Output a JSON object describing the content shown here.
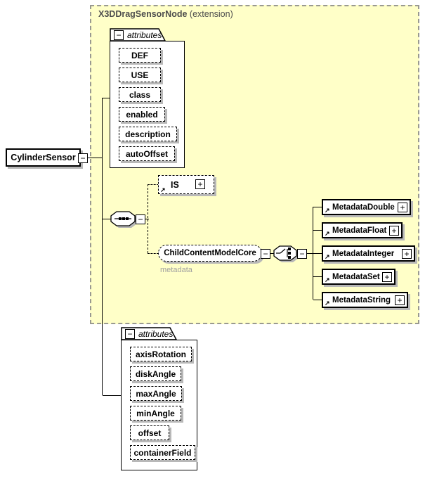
{
  "diagram": {
    "extension": {
      "name": "X3DDragSensorNode",
      "qualifier": " (extension)"
    },
    "root_element": {
      "name": "CylinderSensor"
    },
    "groups": [
      {
        "header": "attributes",
        "items": [
          "DEF",
          "USE",
          "class",
          "enabled",
          "description",
          "autoOffset"
        ]
      },
      {
        "header": "attributes",
        "items": [
          "axisRotation",
          "diskAngle",
          "maxAngle",
          "minAngle",
          "offset",
          "containerField"
        ]
      }
    ],
    "is_element": {
      "name": "IS"
    },
    "child_content_model": {
      "name": "ChildContentModelCore",
      "annotation": "metadata"
    },
    "metadata_elements": [
      {
        "name": "MetadataDouble"
      },
      {
        "name": "MetadataFloat"
      },
      {
        "name": "MetadataInteger"
      },
      {
        "name": "MetadataSet"
      },
      {
        "name": "MetadataString"
      }
    ],
    "icons": {
      "collapse": "−",
      "expand": "+",
      "reference": "↗"
    },
    "colors": {
      "extension_fill": "#FFFFC8",
      "extension_border": "#999990",
      "shadow": "#B8B8B8",
      "title_text": "#4D4D4D",
      "annotation_text": "#A0A0A0",
      "line": "#000000"
    }
  }
}
